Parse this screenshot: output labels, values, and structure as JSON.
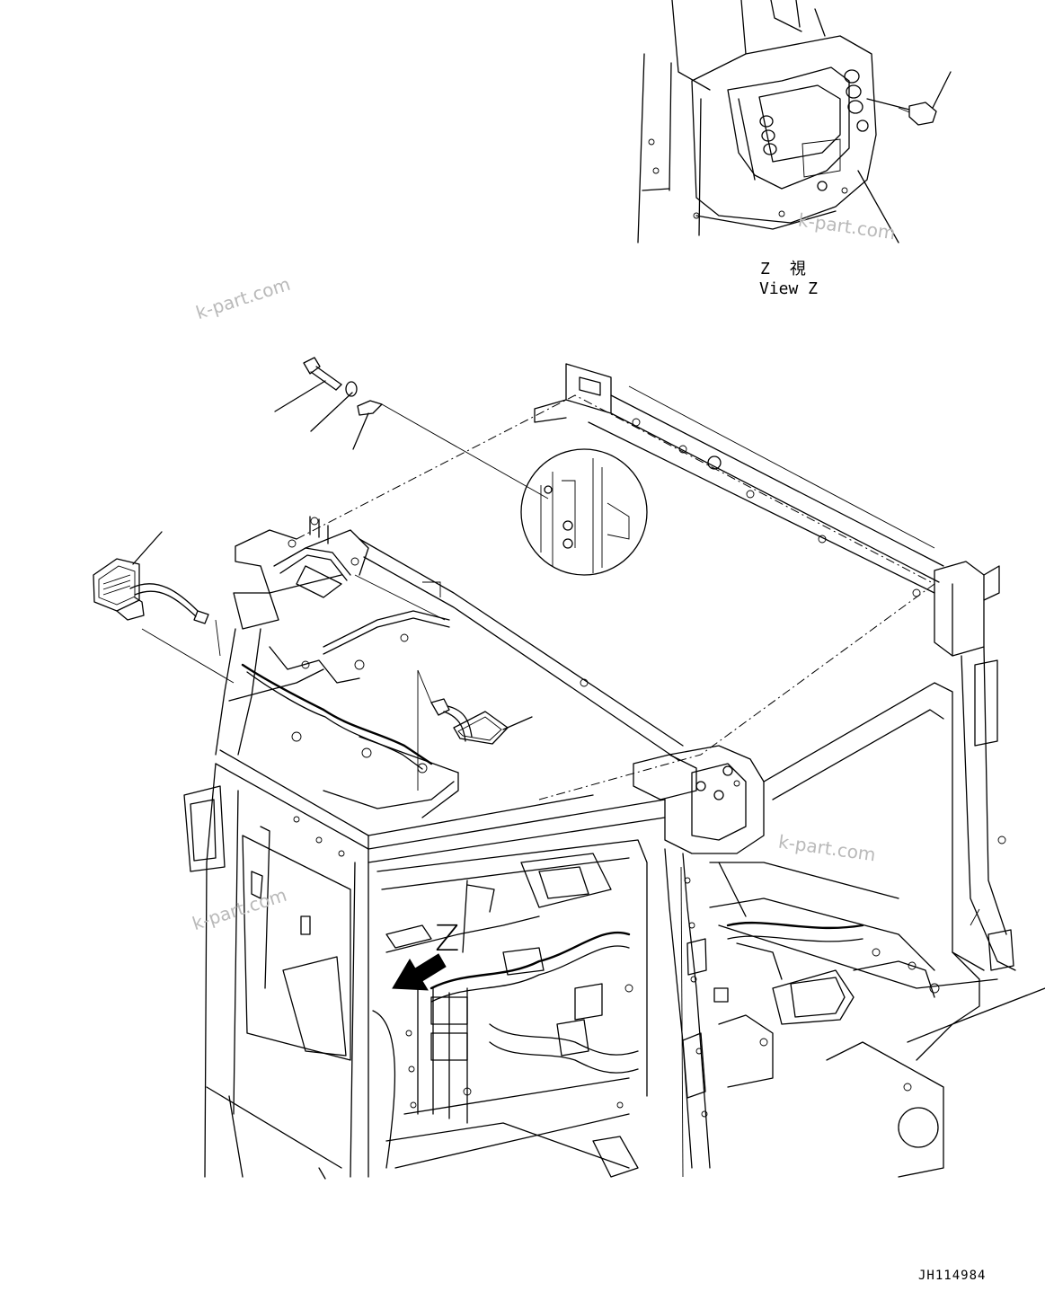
{
  "view": {
    "title_jp": "Z　視",
    "title_en": "View Z",
    "marker": "Z"
  },
  "drawing_number": "JH114984",
  "watermarks": [
    "k-part.com",
    "k-part.com",
    "k-part.com",
    "k-part.com"
  ]
}
